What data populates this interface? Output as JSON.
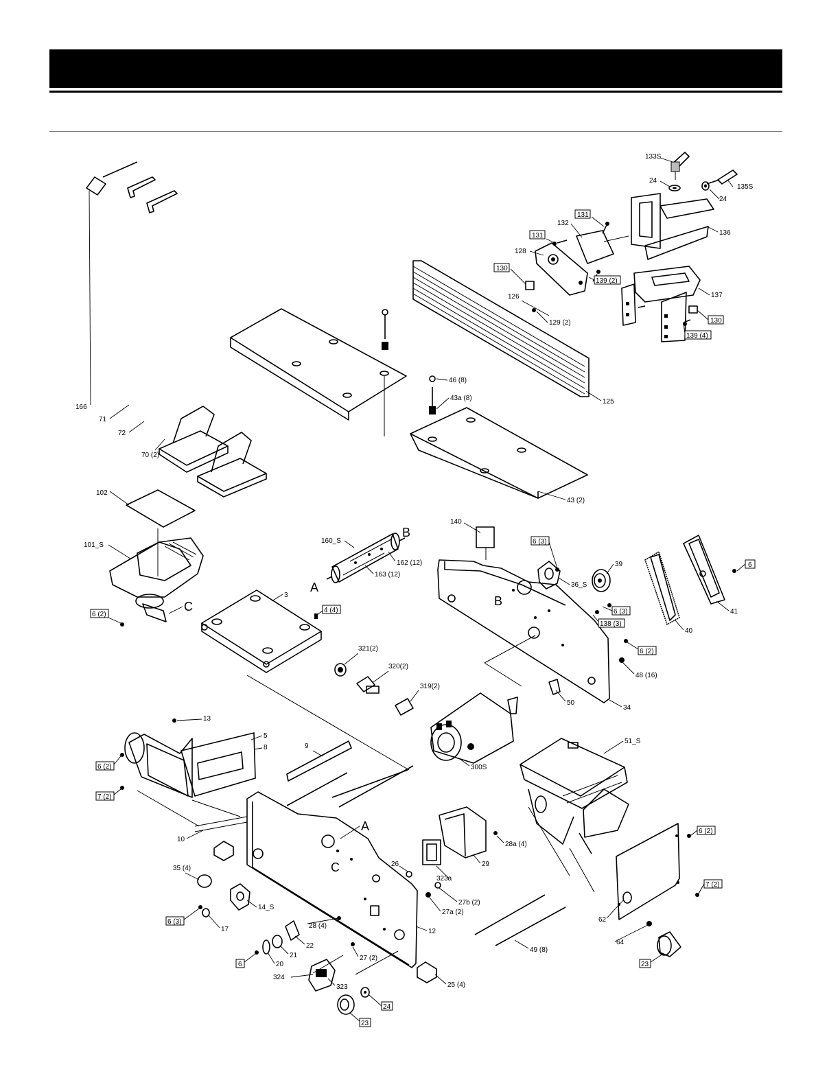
{
  "labels": {
    "l133s": "133S",
    "l24a": "24",
    "l24b": "24",
    "l135s": "135S",
    "l131a": "131",
    "l132": "132",
    "l136": "136",
    "l131b": "131",
    "l128": "128",
    "l130a": "130",
    "l139a": "139 (2)",
    "l137": "137",
    "l126": "126",
    "l129": "129 (2)",
    "l130b": "130",
    "l139b": "139 (4)",
    "l46": "46 (8)",
    "l43a": "43a (8)",
    "l125": "125",
    "l166": "166",
    "l71": "71",
    "l72": "72",
    "l70": "70 (2)",
    "l43": "43 (2)",
    "l102": "102",
    "l101s": "101_S",
    "l160s": "160_S",
    "lB1": "B",
    "l162": "162 (12)",
    "l163": "163 (12)",
    "lA1": "A",
    "l140": "140",
    "l63a": "6 (3)",
    "l39": "39",
    "l36s": "36_S",
    "lB2": "B",
    "l63b": "6 (3)",
    "l138": "138 (3)",
    "l6a": "6",
    "l41": "41",
    "l40": "40",
    "l62a": "6 (2)",
    "lC1": "C",
    "l3": "3",
    "l44": "4 (4)",
    "l62b": "6 (2)",
    "l48": "48 (16)",
    "l321": "321(2)",
    "l320": "320(2)",
    "l319": "319(2)",
    "l50": "50",
    "l34": "34",
    "l13": "13",
    "l5": "5",
    "l8": "8",
    "l62c": "6 (2)",
    "l9": "9",
    "l300s": "300S",
    "l51s": "51_S",
    "l72b": "7 (2)",
    "l10": "10",
    "lA2": "A",
    "l28a": "28a (4)",
    "l29": "29",
    "l62d": "6 (2)",
    "l26": "26",
    "l35": "35 (4)",
    "lC2": "C",
    "l323a": "323a",
    "l27b": "27b (2)",
    "l14s": "14_S",
    "l63c": "6 (3)",
    "l27a": "27a (2)",
    "l72c": "7 (2)",
    "l17": "17",
    "l28": "28 (4)",
    "l12": "12",
    "l62": "62",
    "l22": "22",
    "l21": "21",
    "l20": "20",
    "l6b": "6",
    "l27": "27 (2)",
    "l49": "49 (8)",
    "l64": "64",
    "l324": "324",
    "l323": "323",
    "l25": "25 (4)",
    "l24c": "24",
    "l23a": "23",
    "l23b": "23"
  }
}
